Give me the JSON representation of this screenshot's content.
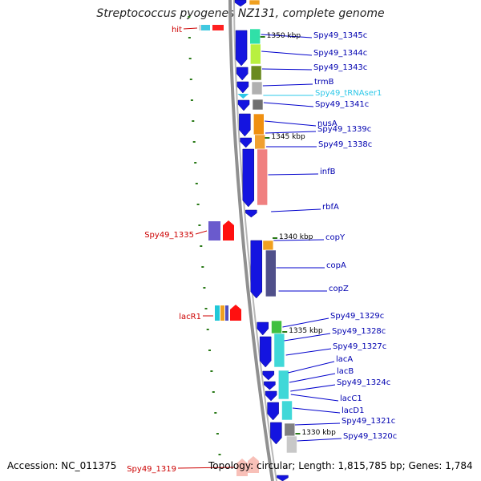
{
  "title": "Streptococcus pyogenes NZ131, complete genome",
  "accession_text": "Accession: NC_011375",
  "stats_text": "Topology: circular; Length: 1,815,785 bp; Genes: 1,784",
  "colors": {
    "backbone": "#909090",
    "gene_arrow": "#1414e0",
    "label_line_blue": "#0000cc",
    "label_line_red": "#cc0000",
    "trna": "#2ec8e8",
    "tick": "#2a7a18"
  },
  "ticks": [
    "1350 kbp",
    "1345 kbp",
    "1340 kbp",
    "1335 kbp",
    "1330 kbp"
  ],
  "genes_right": [
    {
      "label": "Spy49_1345c"
    },
    {
      "label": "Spy49_1344c"
    },
    {
      "label": "Spy49_1343c"
    },
    {
      "label": "trmB"
    },
    {
      "label": "Spy49_tRNAser1"
    },
    {
      "label": "Spy49_1341c"
    },
    {
      "label": "nusA"
    },
    {
      "label": "Spy49_1339c"
    },
    {
      "label": "Spy49_1338c"
    },
    {
      "label": "infB"
    },
    {
      "label": "rbfA"
    },
    {
      "label": "copY"
    },
    {
      "label": "copA"
    },
    {
      "label": "copZ"
    },
    {
      "label": "Spy49_1329c"
    },
    {
      "label": "Spy49_1328c"
    },
    {
      "label": "Spy49_1327c"
    },
    {
      "label": "lacA"
    },
    {
      "label": "lacB"
    },
    {
      "label": "Spy49_1324c"
    },
    {
      "label": "lacC1"
    },
    {
      "label": "lacD1"
    },
    {
      "label": "Spy49_1321c"
    },
    {
      "label": "Spy49_1320c"
    }
  ],
  "genes_left": [
    {
      "label": "hit"
    },
    {
      "label": "Spy49_1335"
    },
    {
      "label": "lacR1"
    },
    {
      "label": "Spy49_1319"
    }
  ]
}
